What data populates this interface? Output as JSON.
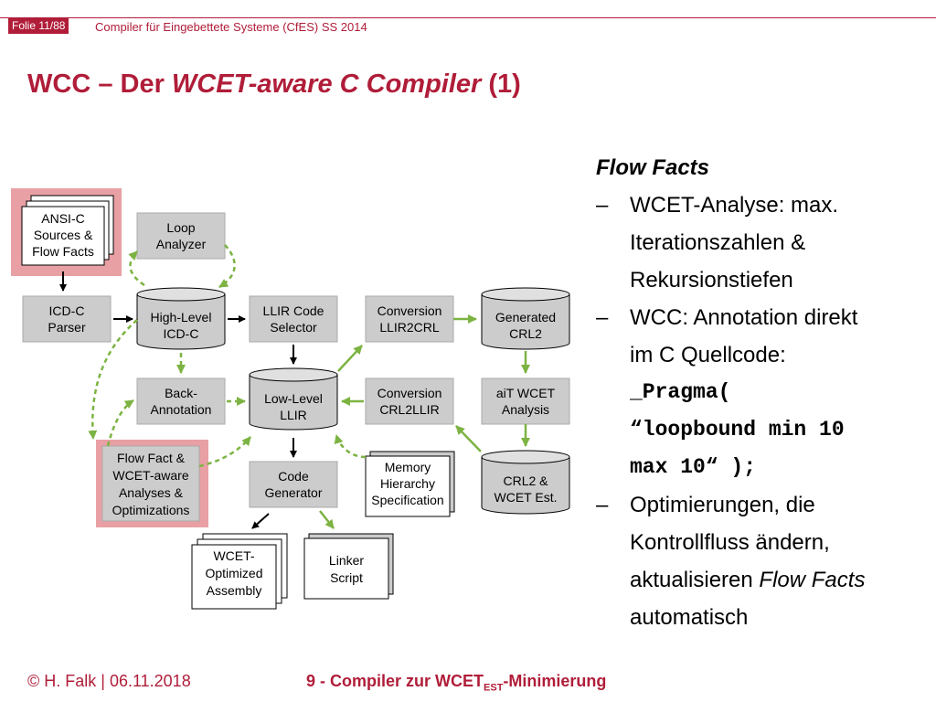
{
  "header": {
    "slide_number": "Folie 11/88",
    "course": "Compiler für Eingebettete Systeme (CfES) SS 2014"
  },
  "title": {
    "part1": "WCC – Der ",
    "part2": "WCET-aware C Compiler",
    "part3": " (1)"
  },
  "diagram": {
    "sources": [
      "ANSI-C",
      "Sources &",
      "Flow Facts"
    ],
    "loop_analyzer": [
      "Loop",
      "Analyzer"
    ],
    "parser": [
      "ICD-C",
      "Parser"
    ],
    "high_level": [
      "High-Level",
      "ICD-C"
    ],
    "llir_selector": [
      "LLIR Code",
      "Selector"
    ],
    "conv_llir2crl": [
      "Conversion",
      "LLIR2CRL"
    ],
    "generated_crl2": [
      "Generated",
      "CRL2"
    ],
    "back_annotation": [
      "Back-",
      "Annotation"
    ],
    "low_level": [
      "Low-Level",
      "LLIR"
    ],
    "conv_crl2llir": [
      "Conversion",
      "CRL2LLIR"
    ],
    "ait": [
      "aiT WCET",
      "Analysis"
    ],
    "flow_fact": [
      "Flow Fact &",
      "WCET-aware",
      "Analyses &",
      "Optimizations"
    ],
    "code_generator": [
      "Code",
      "Generator"
    ],
    "memory": [
      "Memory",
      "Hierarchy",
      "Specification"
    ],
    "crl2_est": [
      "CRL2 &",
      "WCET Est."
    ],
    "assembly": [
      "WCET-",
      "Optimized",
      "Assembly"
    ],
    "linker": [
      "Linker",
      "Script"
    ],
    "colors": {
      "accent": "#b01d39",
      "box_fill": "#cccccc",
      "arrow_green": "#7cb342",
      "highlight": "#e8a0a4"
    }
  },
  "right": {
    "heading": "Flow Facts",
    "dash": "–",
    "items": [
      {
        "lines": [
          "WCET-Analyse: max.",
          "Iterationszahlen &",
          "Rekursionstiefen"
        ]
      },
      {
        "lines": [
          "WCC: Annotation direkt",
          "im C Quellcode:"
        ],
        "code": [
          "_Pragma(",
          "“loopbound min 10",
          "max 10“ );"
        ]
      },
      {
        "lines": [
          "Optimierungen, die",
          "Kontrollfluss ändern,"
        ],
        "last_a": "aktualisieren ",
        "last_b": "Flow Facts",
        "last_c": "automatisch"
      }
    ]
  },
  "footer": {
    "left": "© H. Falk | 06.11.2018",
    "right_main": "9 - Compiler zur WCET",
    "right_sub": "EST",
    "right_end": "-Minimierung"
  }
}
